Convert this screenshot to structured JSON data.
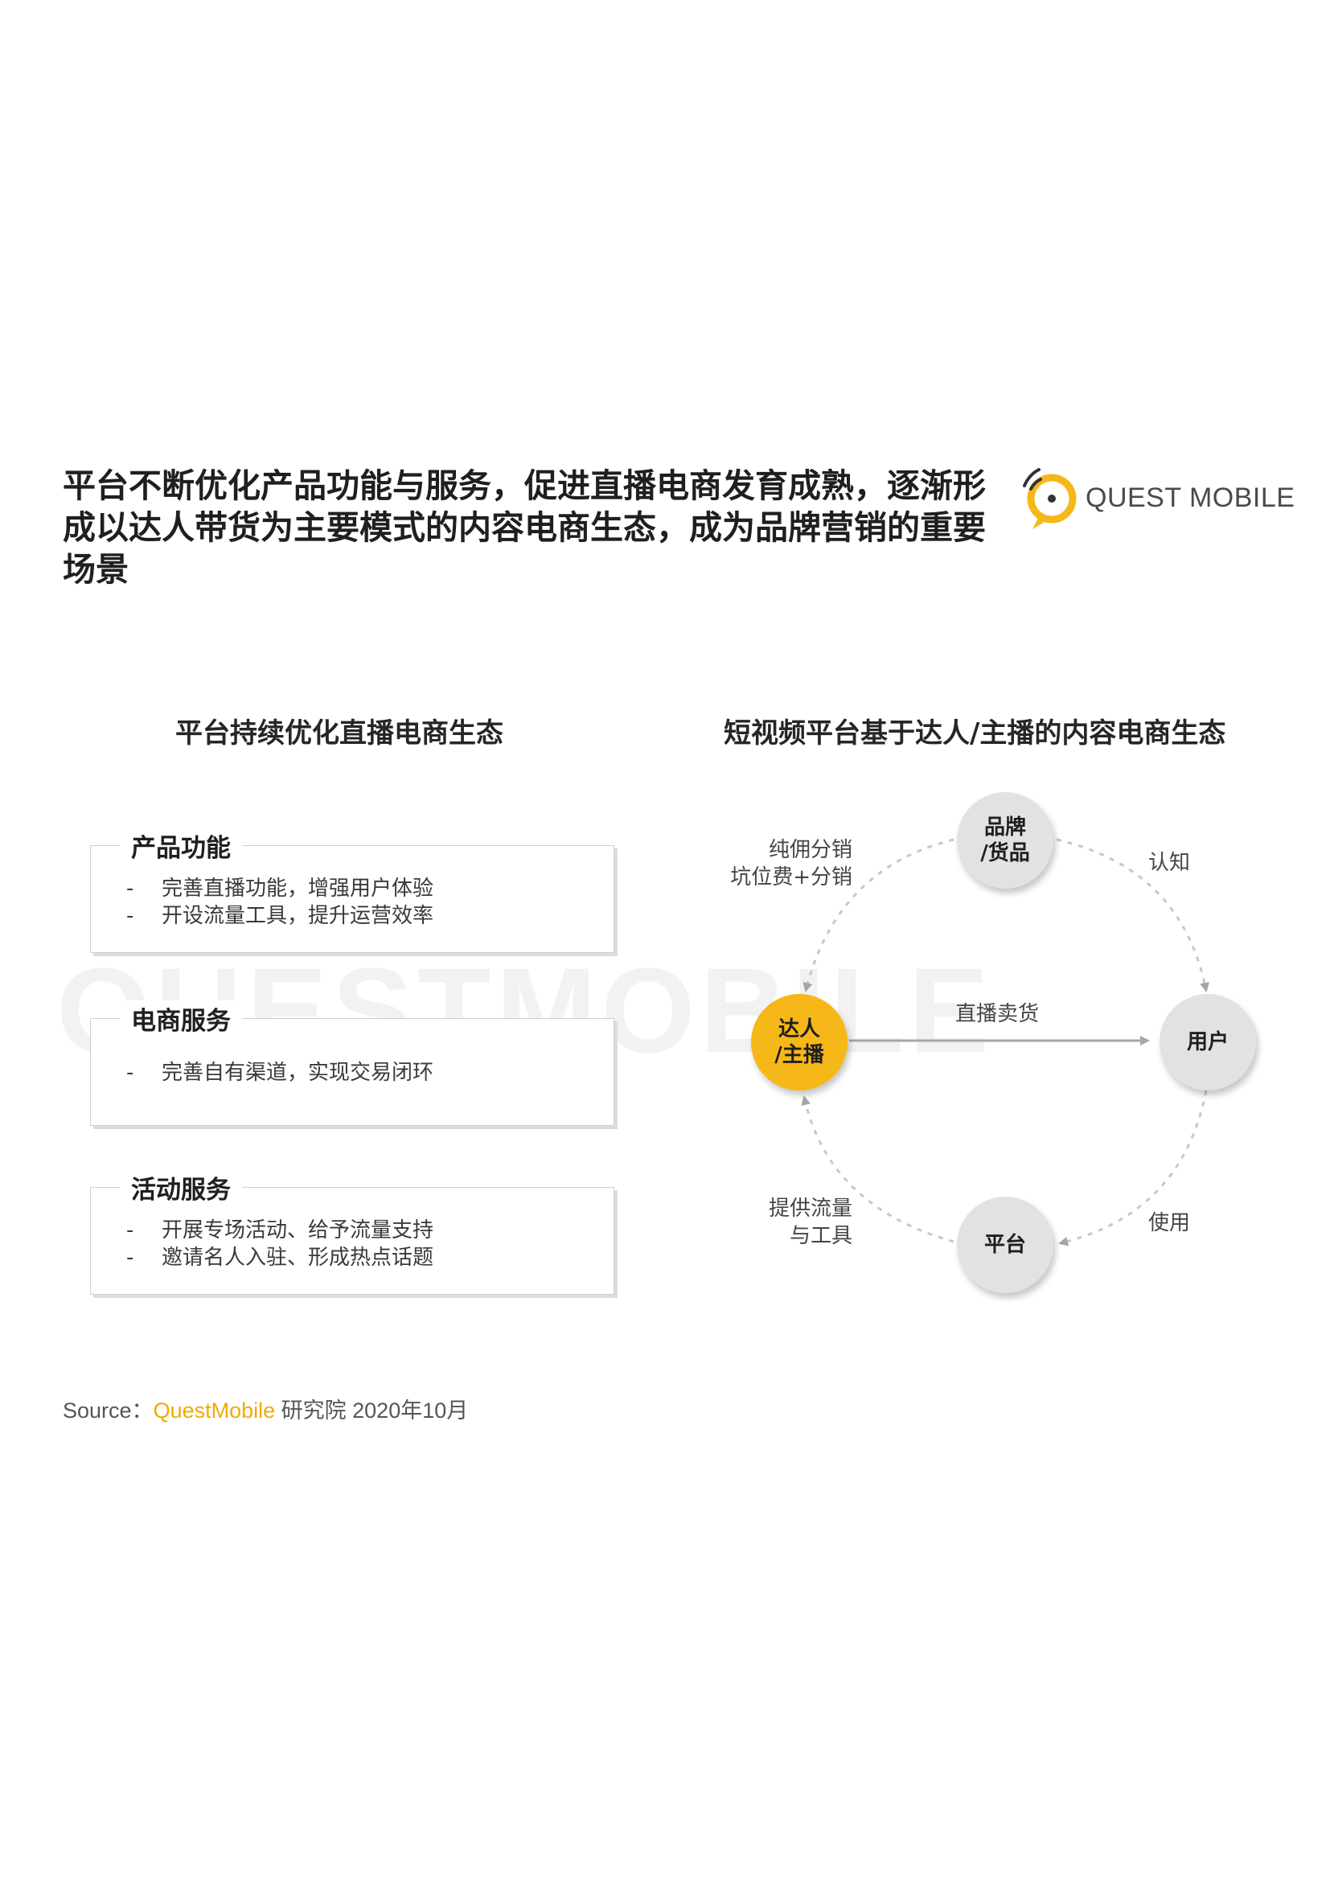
{
  "page": {
    "title": "平台不断优化产品功能与服务，促进直播电商发育成熟，逐渐形成以达人带货为主要模式的内容电商生态，成为品牌营销的重要场景",
    "logo_text": "QUEST MOBILE",
    "watermark": "QUESTMOBILE"
  },
  "left_panel": {
    "title": "平台持续优化直播电商生态",
    "boxes": [
      {
        "heading": "产品功能",
        "items": [
          "完善直播功能，增强用户体验",
          "开设流量工具，提升运营效率"
        ]
      },
      {
        "heading": "电商服务",
        "items": [
          "完善自有渠道，实现交易闭环"
        ]
      },
      {
        "heading": "活动服务",
        "items": [
          "开展专场活动、给予流量支持",
          "邀请名人入驻、形成热点话题"
        ]
      }
    ],
    "bullet": "-"
  },
  "right_panel": {
    "title": "短视频平台基于达人/主播的内容电商生态",
    "nodes": {
      "brand": [
        "品牌",
        "/货品"
      ],
      "creator": [
        "达人",
        "/主播"
      ],
      "user": [
        "用户"
      ],
      "platform": [
        "平台"
      ]
    },
    "edges": {
      "brand_to_creator": [
        "纯佣分销",
        "坑位费+分销"
      ],
      "brand_to_user": "认知",
      "creator_to_user": "直播卖货",
      "platform_to_creator": [
        "提供流量",
        "与工具"
      ],
      "user_to_platform": "使用"
    },
    "colors": {
      "hub": "#f6b818",
      "node": "#e2e2e2",
      "dashed_line": "#c8c8c8",
      "arrow": "#a6a6a6"
    }
  },
  "footer": {
    "source_label": "Source：",
    "source_brand": "QuestMobile",
    "source_rest": " 研究院 2020年10月"
  }
}
